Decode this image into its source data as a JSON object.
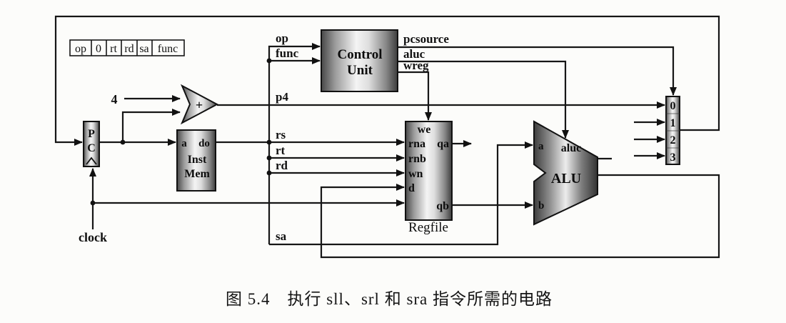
{
  "figure_caption": "图 5.4　执行 sll、srl 和 sra 指令所需的电路",
  "instruction_format": {
    "fields": [
      "op",
      "0",
      "rt",
      "rd",
      "sa",
      "func"
    ]
  },
  "labels": {
    "four": "4",
    "clock": "clock",
    "p4": "p4",
    "rs": "rs",
    "rt": "rt",
    "rd": "rd",
    "sa": "sa",
    "op": "op",
    "func": "func",
    "pcsource": "pcsource",
    "aluc": "aluc",
    "wreg": "wreg"
  },
  "blocks": {
    "pc": {
      "letter1": "P",
      "letter2": "C"
    },
    "adder": {
      "symbol": "+"
    },
    "inst_mem": {
      "port_a": "a",
      "port_do": "do",
      "name_line1": "Inst",
      "name_line2": "Mem"
    },
    "control_unit": {
      "name_line1": "Control",
      "name_line2": "Unit"
    },
    "regfile": {
      "port_we": "we",
      "port_rna": "rna",
      "port_qa": "qa",
      "port_rnb": "rnb",
      "port_wn": "wn",
      "port_d": "d",
      "port_qb": "qb",
      "name": "Regfile"
    },
    "alu": {
      "port_a": "a",
      "port_aluc": "aluc",
      "name": "ALU",
      "port_b": "b"
    },
    "mux": {
      "inputs": [
        "0",
        "1",
        "2",
        "3"
      ]
    }
  },
  "colors": {
    "wire": "#161616",
    "background": "#fcfcfa"
  }
}
